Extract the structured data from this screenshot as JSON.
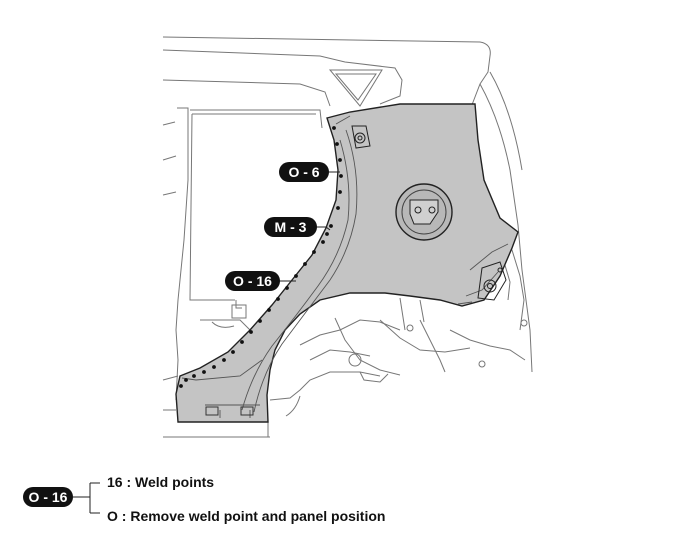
{
  "callouts": [
    {
      "id": "o6",
      "text": "O - 6"
    },
    {
      "id": "m3",
      "text": "M - 3"
    },
    {
      "id": "o16",
      "text": "O - 16"
    }
  ],
  "legend": {
    "badge": "O - 16",
    "count_desc": "16 : Weld points",
    "letter_desc": "O : Remove weld point and panel position"
  },
  "colors": {
    "panel_fill": "#c4c4c4",
    "badge_fill": "#111111",
    "badge_text": "#ffffff",
    "line": "#555555"
  }
}
